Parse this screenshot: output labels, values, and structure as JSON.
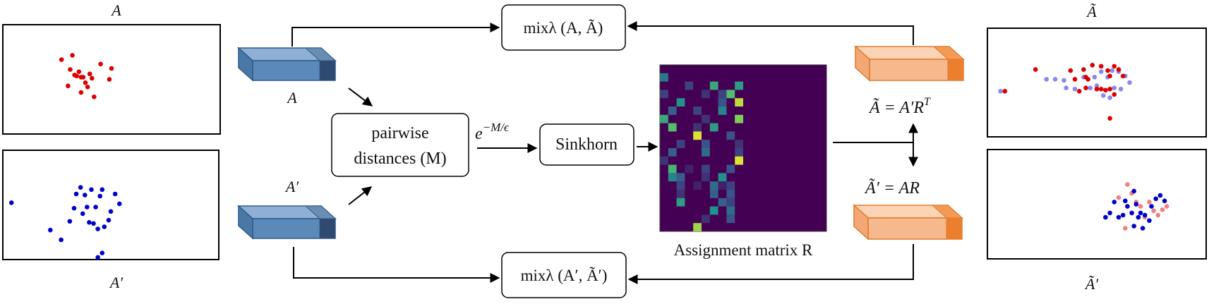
{
  "labels": {
    "A_top": "A",
    "A_prime_bottom": "A′",
    "A_tilde_top": "Ã",
    "A_tilde_prime_bottom": "Ã′",
    "block_A": "A",
    "block_A_prime": "A′",
    "pairwise_line1": "pairwise",
    "pairwise_line2": "distances (M)",
    "exp_label": "e",
    "exp_super": "−M/ϵ",
    "sinkhorn": "Sinkhorn",
    "assignment": "Assignment matrix R",
    "tilde_A_eq": "Ã = A′R",
    "tilde_A_eq_super": "T",
    "tilde_A_prime_eq": "Ã′ = AR",
    "mix_top": "mixλ (A, Ã)",
    "mix_bottom": "mixλ (A′, Ã′)"
  },
  "colors": {
    "blue_block": "#5b8ab8",
    "blue_block_edge": "#2f5a8a",
    "orange_block": "#f6b98d",
    "orange_block_edge": "#e27a2a",
    "red_point": "#dd0000",
    "blue_point": "#0000cc",
    "light_red_point": "#f08080",
    "light_blue_point": "#8888ee",
    "matrix_bg": "#440154"
  },
  "heatmap_cells": [
    [
      1,
      0,
      0.4
    ],
    [
      2,
      3,
      0.2
    ],
    [
      2,
      6,
      0.6
    ],
    [
      2,
      9,
      0.55
    ],
    [
      3,
      0,
      0.2
    ],
    [
      3,
      5,
      0.15
    ],
    [
      3,
      7,
      0.2
    ],
    [
      3,
      8,
      0.7
    ],
    [
      4,
      2,
      0.5
    ],
    [
      4,
      7,
      0.25
    ],
    [
      4,
      9,
      0.9
    ],
    [
      5,
      1,
      0.3
    ],
    [
      5,
      4,
      0.2
    ],
    [
      5,
      7,
      0.45
    ],
    [
      6,
      0,
      0.6
    ],
    [
      6,
      5,
      0.15
    ],
    [
      6,
      9,
      0.8
    ],
    [
      7,
      1,
      0.7
    ],
    [
      7,
      4,
      0.15
    ],
    [
      7,
      6,
      0.55
    ],
    [
      8,
      4,
      0.95
    ],
    [
      8,
      8,
      0.25
    ],
    [
      9,
      2,
      0.2
    ],
    [
      9,
      5,
      0.25
    ],
    [
      9,
      9,
      0.15
    ],
    [
      10,
      1,
      0.3
    ],
    [
      10,
      9,
      0.2
    ],
    [
      10,
      5,
      0.35
    ],
    [
      11,
      0,
      0.15
    ],
    [
      11,
      9,
      0.95
    ],
    [
      12,
      1,
      0.65
    ],
    [
      12,
      3,
      0.1
    ],
    [
      12,
      5,
      0.2
    ],
    [
      12,
      8,
      0.25
    ],
    [
      13,
      1,
      0.45
    ],
    [
      13,
      2,
      0.3
    ],
    [
      13,
      5,
      0.15
    ],
    [
      13,
      7,
      0.5
    ],
    [
      14,
      2,
      0.2
    ],
    [
      14,
      4,
      0.1
    ],
    [
      14,
      6,
      0.35
    ],
    [
      14,
      7,
      0.1
    ],
    [
      14,
      8,
      0.2
    ],
    [
      15,
      2,
      0.15
    ],
    [
      15,
      6,
      0.3
    ],
    [
      15,
      8,
      0.25
    ],
    [
      16,
      2,
      0.55
    ],
    [
      16,
      7,
      0.3
    ],
    [
      16,
      8,
      0.2
    ],
    [
      17,
      6,
      0.5
    ],
    [
      17,
      8,
      0.35
    ],
    [
      18,
      5,
      0.15
    ],
    [
      18,
      8,
      0.25
    ],
    [
      19,
      4,
      0.85
    ]
  ],
  "points": {
    "A_red": [
      [
        0.27,
        0.32
      ],
      [
        0.3,
        0.56
      ],
      [
        0.32,
        0.28
      ],
      [
        0.33,
        0.46
      ],
      [
        0.34,
        0.47
      ],
      [
        0.35,
        0.43
      ],
      [
        0.36,
        0.48
      ],
      [
        0.36,
        0.62
      ],
      [
        0.37,
        0.48
      ],
      [
        0.38,
        0.53
      ],
      [
        0.39,
        0.57
      ],
      [
        0.41,
        0.49
      ],
      [
        0.42,
        0.66
      ],
      [
        0.45,
        0.36
      ],
      [
        0.49,
        0.5
      ],
      [
        0.5,
        0.4
      ],
      [
        0.4,
        0.45
      ],
      [
        0.31,
        0.41
      ]
    ],
    "A_prime_blue": [
      [
        0.04,
        0.48
      ],
      [
        0.22,
        0.73
      ],
      [
        0.27,
        0.82
      ],
      [
        0.31,
        0.65
      ],
      [
        0.33,
        0.53
      ],
      [
        0.34,
        0.4
      ],
      [
        0.36,
        0.34
      ],
      [
        0.37,
        0.58
      ],
      [
        0.38,
        0.41
      ],
      [
        0.4,
        0.66
      ],
      [
        0.41,
        0.36
      ],
      [
        0.42,
        0.67
      ],
      [
        0.43,
        0.52
      ],
      [
        0.44,
        0.72
      ],
      [
        0.45,
        0.42
      ],
      [
        0.46,
        0.36
      ],
      [
        0.47,
        0.7
      ],
      [
        0.49,
        0.64
      ],
      [
        0.5,
        0.56
      ],
      [
        0.52,
        0.4
      ],
      [
        0.54,
        0.49
      ],
      [
        0.44,
        0.98
      ],
      [
        0.46,
        0.94
      ],
      [
        0.39,
        0.52
      ]
    ],
    "At_red": [
      [
        0.08,
        0.58
      ],
      [
        0.22,
        0.38
      ],
      [
        0.38,
        0.39
      ],
      [
        0.4,
        0.47
      ],
      [
        0.42,
        0.58
      ],
      [
        0.44,
        0.38
      ],
      [
        0.45,
        0.55
      ],
      [
        0.45,
        0.45
      ],
      [
        0.46,
        0.47
      ],
      [
        0.48,
        0.34
      ],
      [
        0.5,
        0.56
      ],
      [
        0.52,
        0.56
      ],
      [
        0.54,
        0.57
      ],
      [
        0.56,
        0.56
      ],
      [
        0.52,
        0.35
      ],
      [
        0.55,
        0.39
      ],
      [
        0.56,
        0.44
      ],
      [
        0.58,
        0.35
      ],
      [
        0.6,
        0.38
      ],
      [
        0.62,
        0.44
      ],
      [
        0.58,
        0.61
      ],
      [
        0.56,
        0.83
      ]
    ],
    "At_lightblue": [
      [
        0.06,
        0.58
      ],
      [
        0.27,
        0.47
      ],
      [
        0.31,
        0.47
      ],
      [
        0.35,
        0.48
      ],
      [
        0.36,
        0.55
      ],
      [
        0.4,
        0.56
      ],
      [
        0.44,
        0.45
      ],
      [
        0.47,
        0.55
      ],
      [
        0.49,
        0.45
      ],
      [
        0.5,
        0.53
      ],
      [
        0.52,
        0.4
      ],
      [
        0.55,
        0.45
      ],
      [
        0.57,
        0.39
      ],
      [
        0.58,
        0.55
      ],
      [
        0.6,
        0.4
      ],
      [
        0.61,
        0.56
      ],
      [
        0.63,
        0.44
      ],
      [
        0.65,
        0.5
      ],
      [
        0.53,
        0.62
      ],
      [
        0.56,
        0.64
      ]
    ],
    "Atp_blue": [
      [
        0.54,
        0.62
      ],
      [
        0.56,
        0.58
      ],
      [
        0.58,
        0.48
      ],
      [
        0.6,
        0.62
      ],
      [
        0.62,
        0.6
      ],
      [
        0.63,
        0.47
      ],
      [
        0.64,
        0.52
      ],
      [
        0.66,
        0.58
      ],
      [
        0.67,
        0.7
      ],
      [
        0.68,
        0.5
      ],
      [
        0.69,
        0.62
      ],
      [
        0.71,
        0.72
      ],
      [
        0.72,
        0.6
      ],
      [
        0.74,
        0.65
      ],
      [
        0.75,
        0.52
      ],
      [
        0.77,
        0.45
      ],
      [
        0.79,
        0.42
      ],
      [
        0.81,
        0.47
      ],
      [
        0.67,
        0.38
      ],
      [
        0.7,
        0.58
      ]
    ],
    "Atp_lightred": [
      [
        0.6,
        0.44
      ],
      [
        0.64,
        0.32
      ],
      [
        0.66,
        0.4
      ],
      [
        0.68,
        0.48
      ],
      [
        0.7,
        0.52
      ],
      [
        0.72,
        0.62
      ],
      [
        0.74,
        0.48
      ],
      [
        0.76,
        0.56
      ],
      [
        0.78,
        0.6
      ],
      [
        0.8,
        0.55
      ],
      [
        0.82,
        0.52
      ],
      [
        0.63,
        0.72
      ]
    ]
  }
}
